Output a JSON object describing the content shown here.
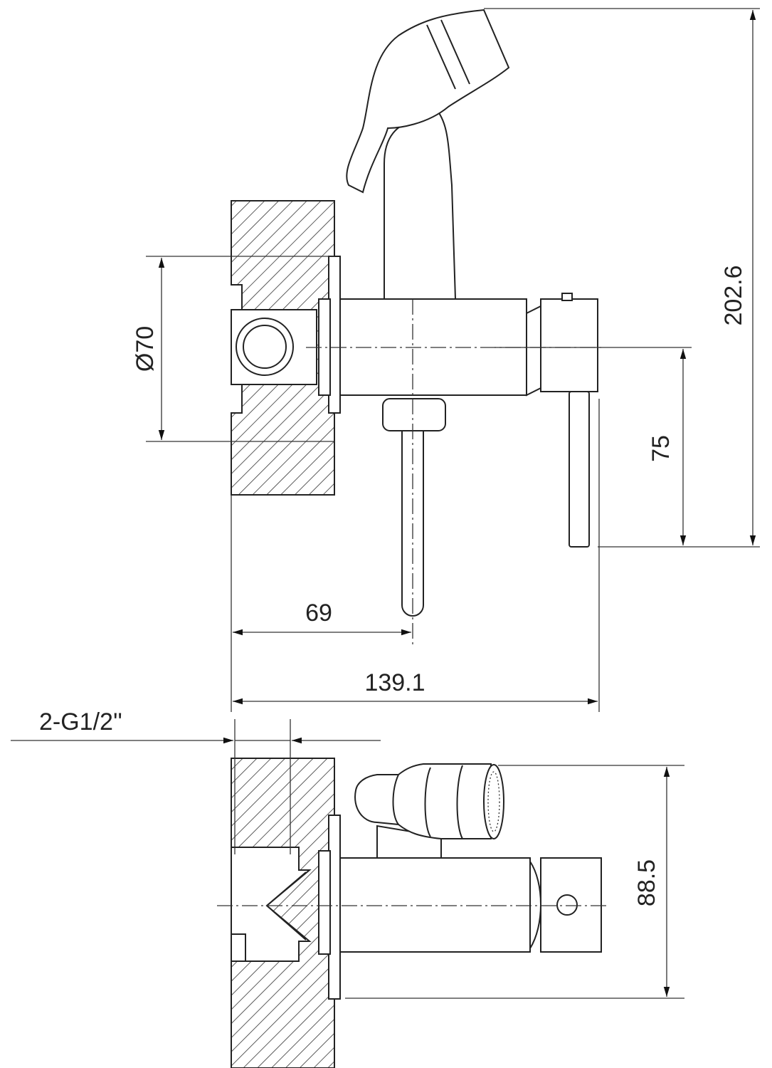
{
  "drawing": {
    "title": "Hygienic shower mixer technical drawing",
    "dimensions": {
      "diameter": "Ø70",
      "total_height": "202.6",
      "lever_height": "75",
      "outlet_offset": "69",
      "total_depth": "139.1",
      "thread": "2-G1/2''",
      "plan_width": "88.5"
    },
    "units": "mm"
  }
}
